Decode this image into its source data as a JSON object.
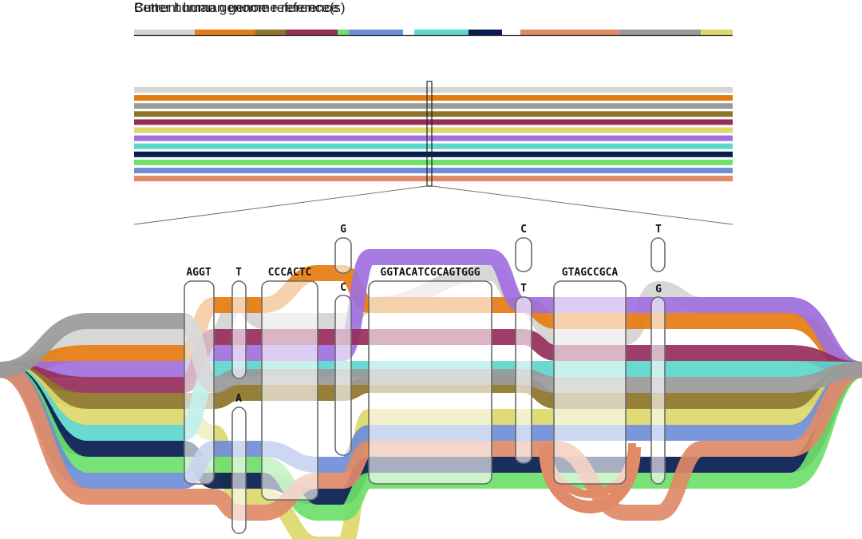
{
  "titles": {
    "current": "Current human genome reference",
    "better": "Better human genome reference(s)"
  },
  "colors": {
    "gray_light": "#d4d4d4",
    "orange": "#e57c0f",
    "gray_mid": "#9a9a9a",
    "olive": "#8c7428",
    "maroon": "#962e5b",
    "yellow": "#dcd86a",
    "purple": "#a070e0",
    "cyan": "#5dd6cc",
    "navy": "#071c50",
    "green": "#6ee06a",
    "blue": "#6f8ed8",
    "salmon": "#e08a68"
  },
  "current_reference": {
    "segment_colors": [
      "gray_light",
      "orange",
      "olive",
      "maroon",
      "green",
      "blue",
      "white",
      "cyan",
      "navy",
      "white",
      "salmon",
      "gray_mid",
      "yellow"
    ]
  },
  "better_references": {
    "line_colors": [
      "gray_light",
      "orange",
      "gray_mid",
      "olive",
      "maroon",
      "yellow",
      "purple",
      "cyan",
      "navy",
      "green",
      "blue",
      "salmon"
    ]
  },
  "graph": {
    "nodes": [
      {
        "id": "n1",
        "label": "AGGT"
      },
      {
        "id": "n2a",
        "label": "T"
      },
      {
        "id": "n2b",
        "label": "A"
      },
      {
        "id": "n3",
        "label": "CCCACTC"
      },
      {
        "id": "n4a",
        "label": "G"
      },
      {
        "id": "n4b",
        "label": "C"
      },
      {
        "id": "n5",
        "label": "GGTACATCGCAGTGGG"
      },
      {
        "id": "n6a",
        "label": "C"
      },
      {
        "id": "n6b",
        "label": "T"
      },
      {
        "id": "n7",
        "label": "GTAGCCGCA"
      },
      {
        "id": "n8a",
        "label": "T"
      },
      {
        "id": "n8b",
        "label": "G"
      }
    ]
  }
}
